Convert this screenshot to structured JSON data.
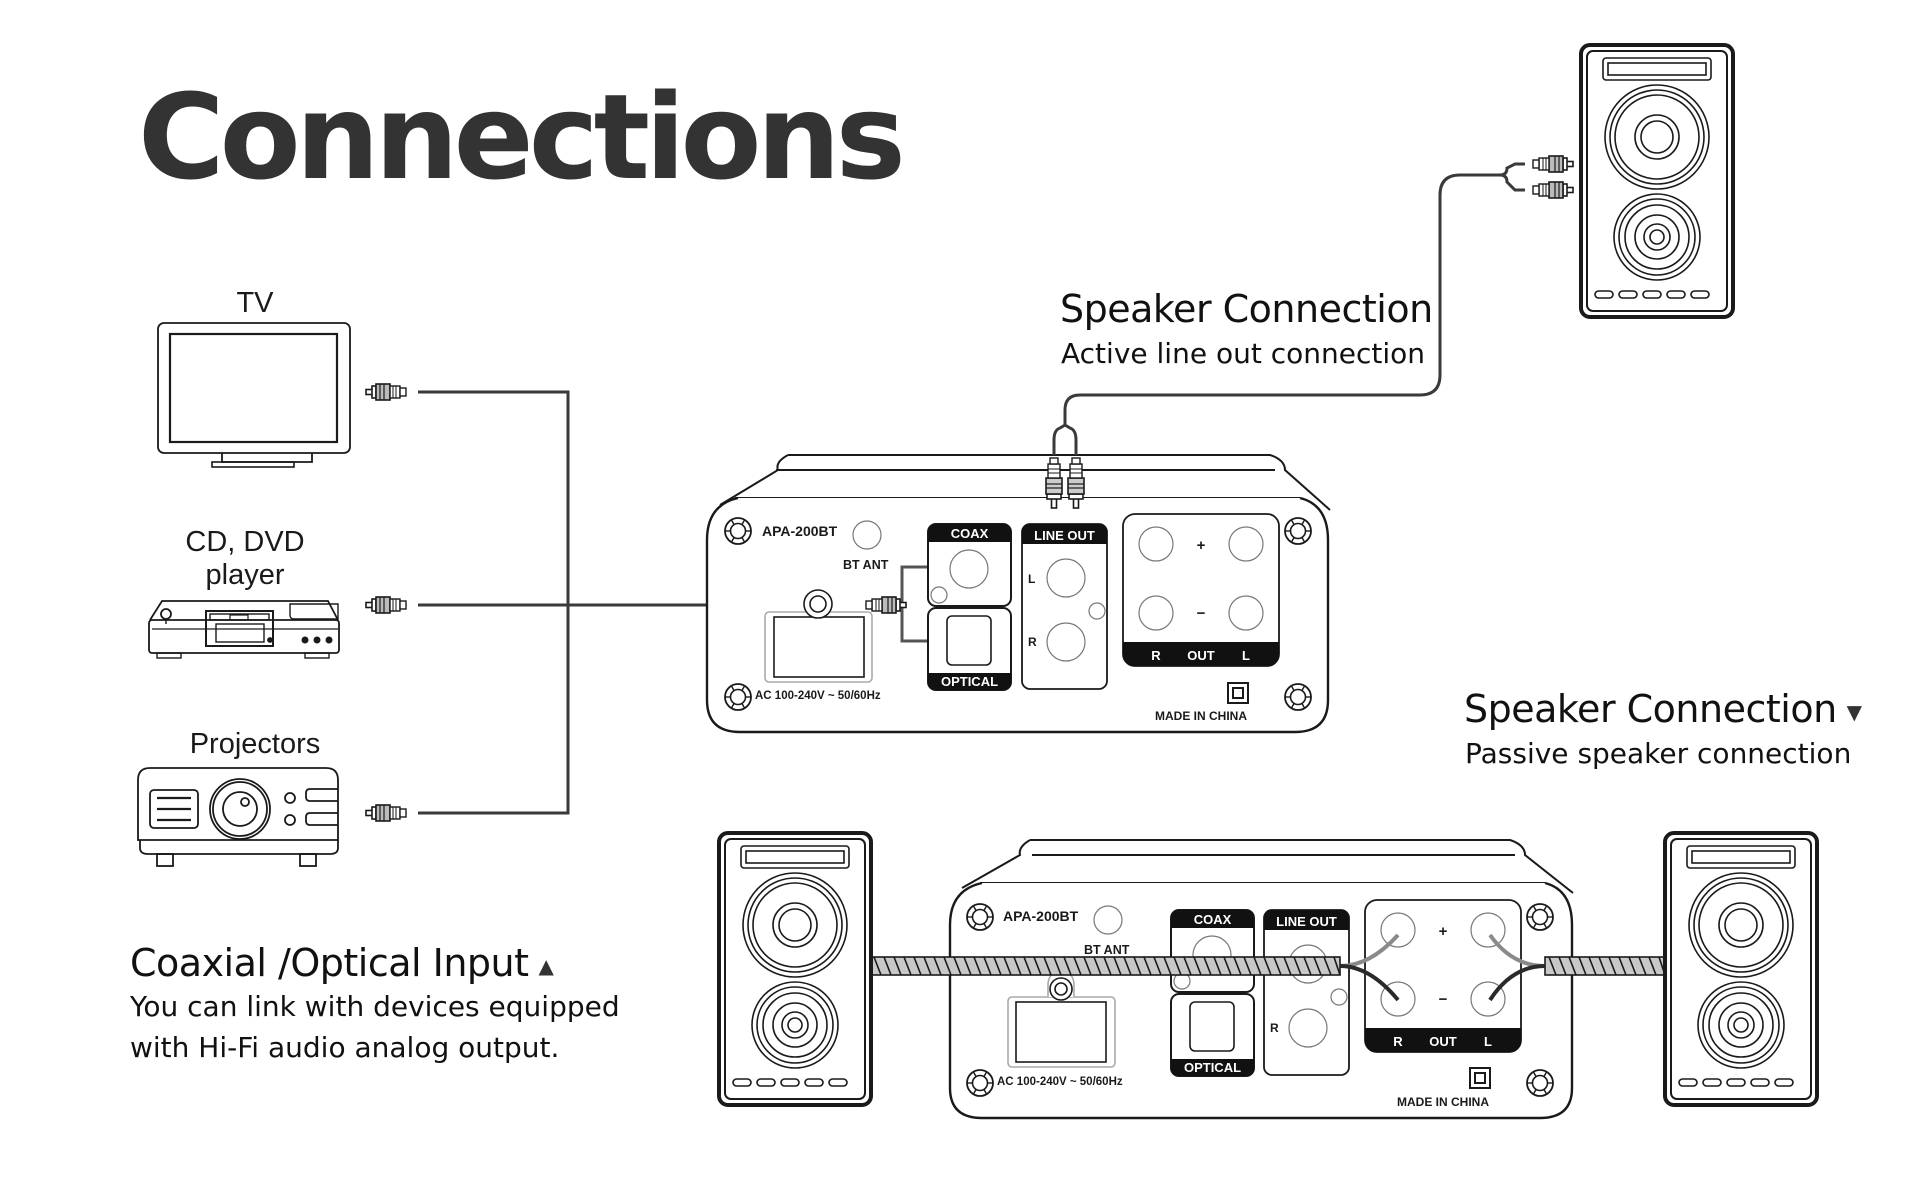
{
  "page": {
    "title": "Connections"
  },
  "devices": {
    "tv": {
      "label": "TV"
    },
    "player": {
      "label_line1": "CD, DVD",
      "label_line2": "player"
    },
    "projector": {
      "label": "Projectors"
    }
  },
  "sections": {
    "active": {
      "heading": "Speaker Connection",
      "subheading": "Active line out connection"
    },
    "passive": {
      "heading": "Speaker Connection",
      "indicator": "down-triangle-icon",
      "indicator_glyph": "▼",
      "subheading": "Passive speaker connection"
    },
    "input": {
      "heading": "Coaxial /Optical Input",
      "indicator": "up-triangle-icon",
      "indicator_glyph": "▲",
      "description_line1": "You can link with devices equipped",
      "description_line2": "with Hi-Fi audio analog output."
    }
  },
  "amplifier": {
    "model": "APA-200BT",
    "bt_antenna_label": "BT ANT",
    "coax_label": "COAX",
    "optical_label": "OPTICAL",
    "line_out_label": "LINE OUT",
    "line_out_left": "L",
    "line_out_right": "R",
    "speaker_plus": "+",
    "speaker_minus": "−",
    "speaker_out_r": "R",
    "speaker_out_label": "OUT",
    "speaker_out_l": "L",
    "power_rating": "AC 100-240V ~ 50/60Hz",
    "origin": "MADE IN CHINA"
  },
  "colors": {
    "line": "#1a1a1a",
    "cable": "#3a3a3a",
    "cable_sheath": "#c8c8c8",
    "wire_light": "#8a8a8a"
  }
}
